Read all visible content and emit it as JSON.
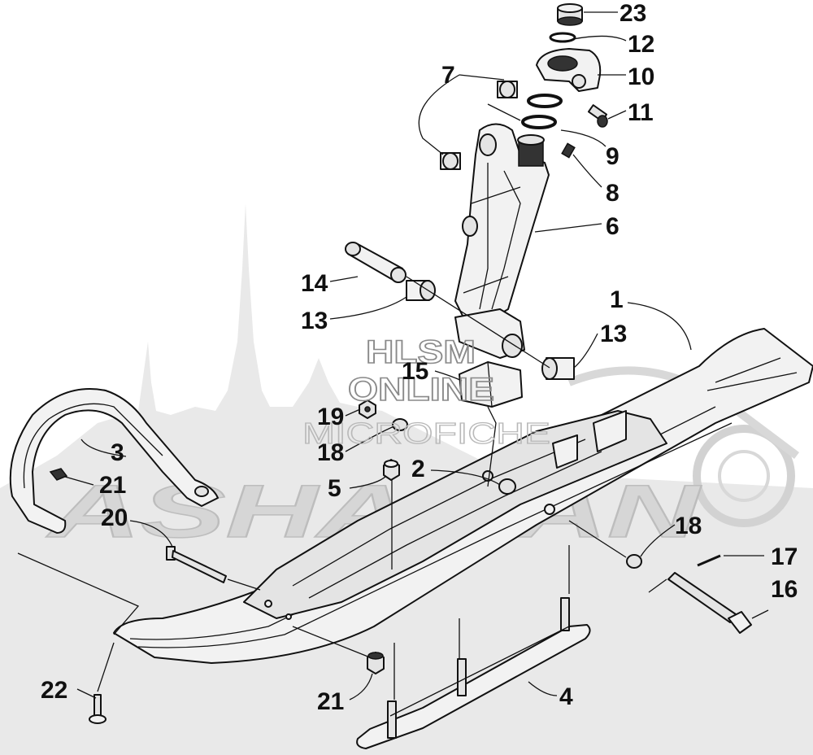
{
  "watermark": {
    "line1": "HLSM",
    "line2": "ONLINE",
    "line3": "MICROFICHE",
    "logo_text": "ASHAMAN"
  },
  "callouts": [
    {
      "id": "23",
      "label": "23"
    },
    {
      "id": "12",
      "label": "12"
    },
    {
      "id": "10",
      "label": "10"
    },
    {
      "id": "11",
      "label": "11"
    },
    {
      "id": "7",
      "label": "7"
    },
    {
      "id": "9",
      "label": "9"
    },
    {
      "id": "8",
      "label": "8"
    },
    {
      "id": "6",
      "label": "6"
    },
    {
      "id": "14",
      "label": "14"
    },
    {
      "id": "13a",
      "label": "13"
    },
    {
      "id": "13b",
      "label": "13"
    },
    {
      "id": "1",
      "label": "1"
    },
    {
      "id": "15",
      "label": "15"
    },
    {
      "id": "19",
      "label": "19"
    },
    {
      "id": "18a",
      "label": "18"
    },
    {
      "id": "2",
      "label": "2"
    },
    {
      "id": "5",
      "label": "5"
    },
    {
      "id": "3",
      "label": "3"
    },
    {
      "id": "21a",
      "label": "21"
    },
    {
      "id": "20",
      "label": "20"
    },
    {
      "id": "18b",
      "label": "18"
    },
    {
      "id": "17",
      "label": "17"
    },
    {
      "id": "16",
      "label": "16"
    },
    {
      "id": "22",
      "label": "22"
    },
    {
      "id": "21b",
      "label": "21"
    },
    {
      "id": "4",
      "label": "4"
    }
  ]
}
